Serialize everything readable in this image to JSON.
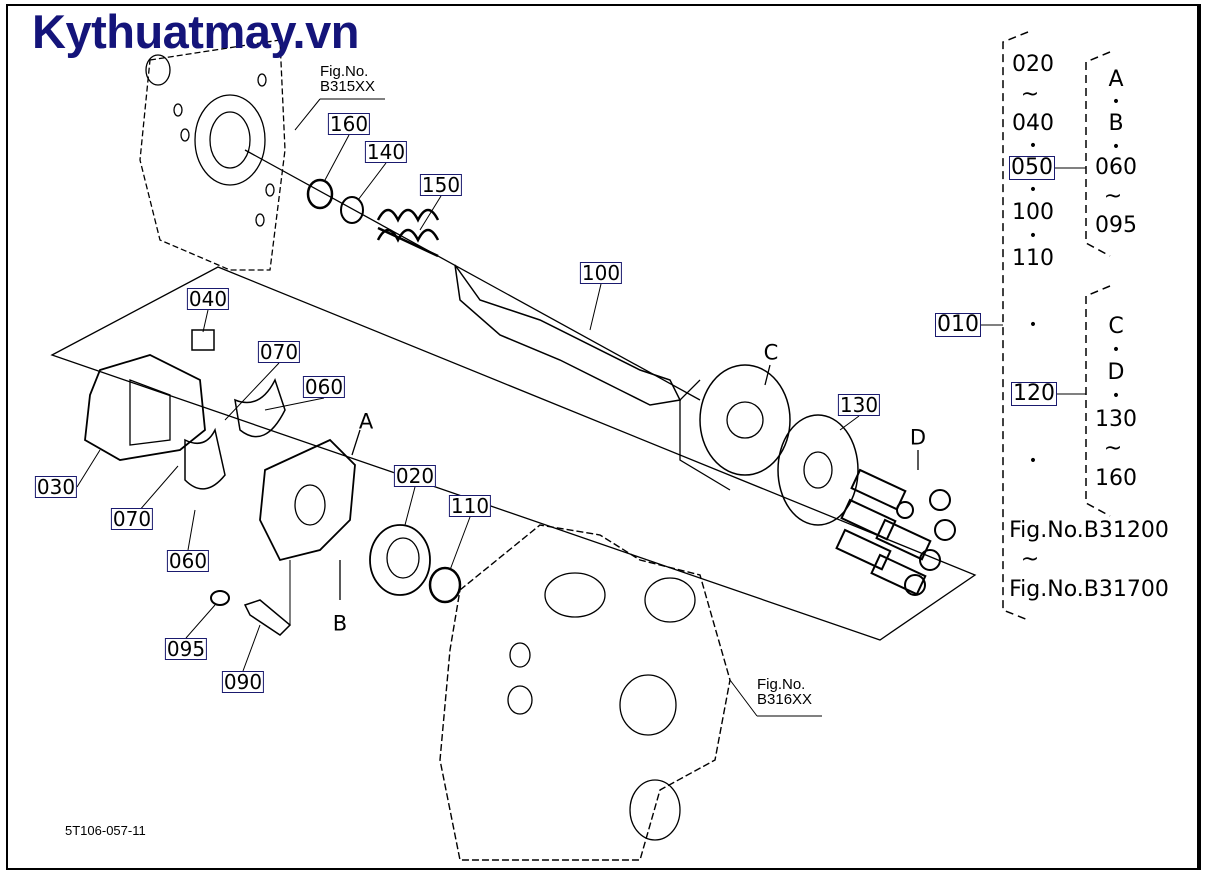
{
  "logo": "Kythuatmay.vn",
  "drawing_code": "5T106-057-11",
  "fig_refs": {
    "top": {
      "line1": "Fig.No.",
      "line2": "B315XX"
    },
    "bottom": {
      "line1": "Fig.No.",
      "line2": "B316XX"
    }
  },
  "part_labels": [
    "160",
    "140",
    "150",
    "100",
    "040",
    "070",
    "060",
    "030",
    "070",
    "060",
    "020",
    "110",
    "130",
    "095",
    "090"
  ],
  "letters": [
    "C",
    "A",
    "D",
    "B"
  ],
  "legend": {
    "assembly": "010",
    "left_column": [
      "020",
      "~",
      "040",
      "•",
      "050",
      "•",
      "100",
      "•",
      "110",
      "•",
      "•"
    ],
    "group1": [
      "A",
      "•",
      "B",
      "•",
      "060",
      "~",
      "095"
    ],
    "group2_label": "120",
    "group2": [
      "C",
      "•",
      "D",
      "•",
      "130",
      "~",
      "160"
    ],
    "fig_range": [
      "Fig.No.B31200",
      "~",
      "Fig.No.B31700"
    ]
  }
}
